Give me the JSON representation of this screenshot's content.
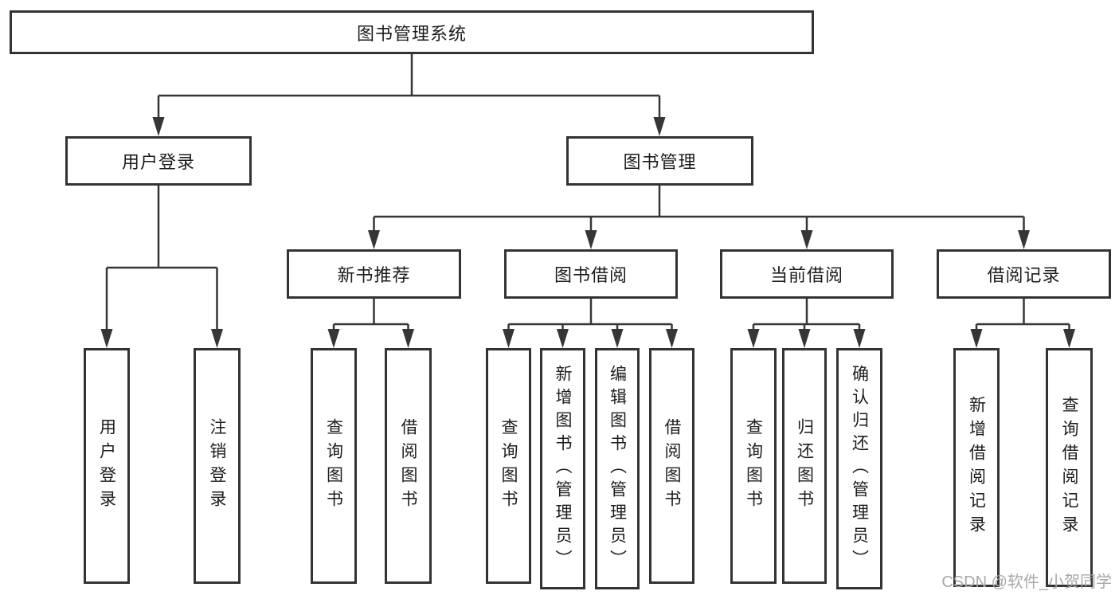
{
  "tree": {
    "label": "图书管理系统",
    "children": [
      {
        "label": "用户登录",
        "children": [
          {
            "label": "用户登录"
          },
          {
            "label": "注销登录"
          }
        ]
      },
      {
        "label": "图书管理",
        "children": [
          {
            "label": "新书推荐",
            "children": [
              {
                "label": "查询图书"
              },
              {
                "label": "借阅图书"
              }
            ]
          },
          {
            "label": "图书借阅",
            "children": [
              {
                "label": "查询图书"
              },
              {
                "label": "新增图书（管理员）"
              },
              {
                "label": "编辑图书（管理员）"
              },
              {
                "label": "借阅图书"
              }
            ]
          },
          {
            "label": "当前借阅",
            "children": [
              {
                "label": "查询图书"
              },
              {
                "label": "归还图书"
              },
              {
                "label": "确认归还（管理员）"
              }
            ]
          },
          {
            "label": "借阅记录",
            "children": [
              {
                "label": "新增借阅记录"
              },
              {
                "label": "查询借阅记录"
              }
            ]
          }
        ]
      }
    ]
  },
  "watermark": {
    "text": "CSDN @软件_小贺同学"
  },
  "colors": {
    "background": "#ffffff",
    "line": "#363636",
    "box_border": "#333333",
    "text": "#1c1c1c",
    "watermark": "#a8a8a8"
  }
}
